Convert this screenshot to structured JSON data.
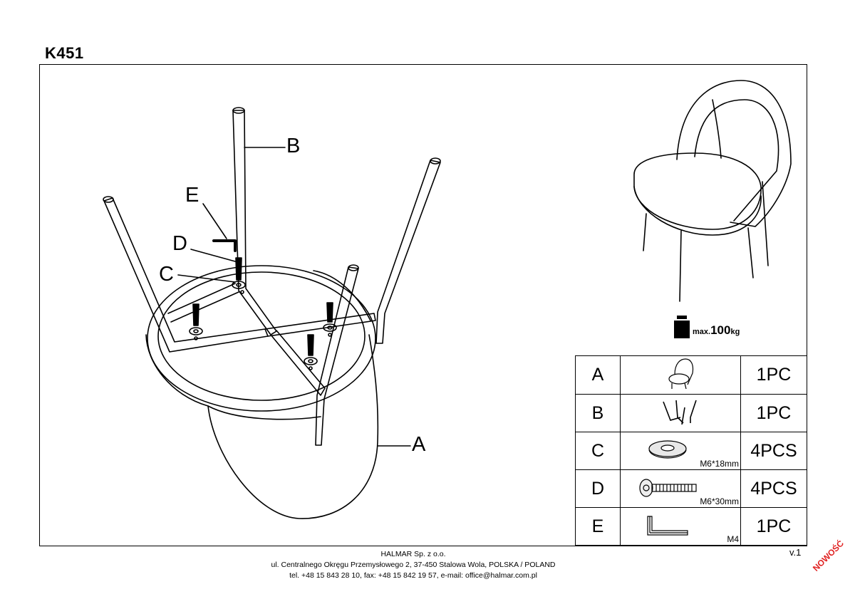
{
  "document": {
    "model_code": "K451",
    "version": "v.1",
    "stamp": "NOWOŚĆ"
  },
  "diagram": {
    "callouts": [
      "A",
      "B",
      "C",
      "D",
      "E"
    ],
    "capacity": {
      "prefix": "max.",
      "value": "100",
      "unit": "kg"
    }
  },
  "parts": [
    {
      "letter": "A",
      "icon": "chair-seat-icon",
      "spec": "",
      "qty": "1PC"
    },
    {
      "letter": "B",
      "icon": "leg-frame-icon",
      "spec": "",
      "qty": "1PC"
    },
    {
      "letter": "C",
      "icon": "washer-icon",
      "spec": "M6*18mm",
      "qty": "4PCS"
    },
    {
      "letter": "D",
      "icon": "bolt-icon",
      "spec": "M6*30mm",
      "qty": "4PCS"
    },
    {
      "letter": "E",
      "icon": "allen-key-icon",
      "spec": "M4",
      "qty": "1PC"
    }
  ],
  "footer": {
    "company": "HALMAR Sp. z o.o.",
    "address": "ul. Centralnego Okręgu Przemysłowego 2, 37-450 Stalowa Wola, POLSKA / POLAND",
    "contact": "tel. +48 15 843 28 10, fax: +48 15 842 19 57, e-mail: office@halmar.com.pl"
  }
}
